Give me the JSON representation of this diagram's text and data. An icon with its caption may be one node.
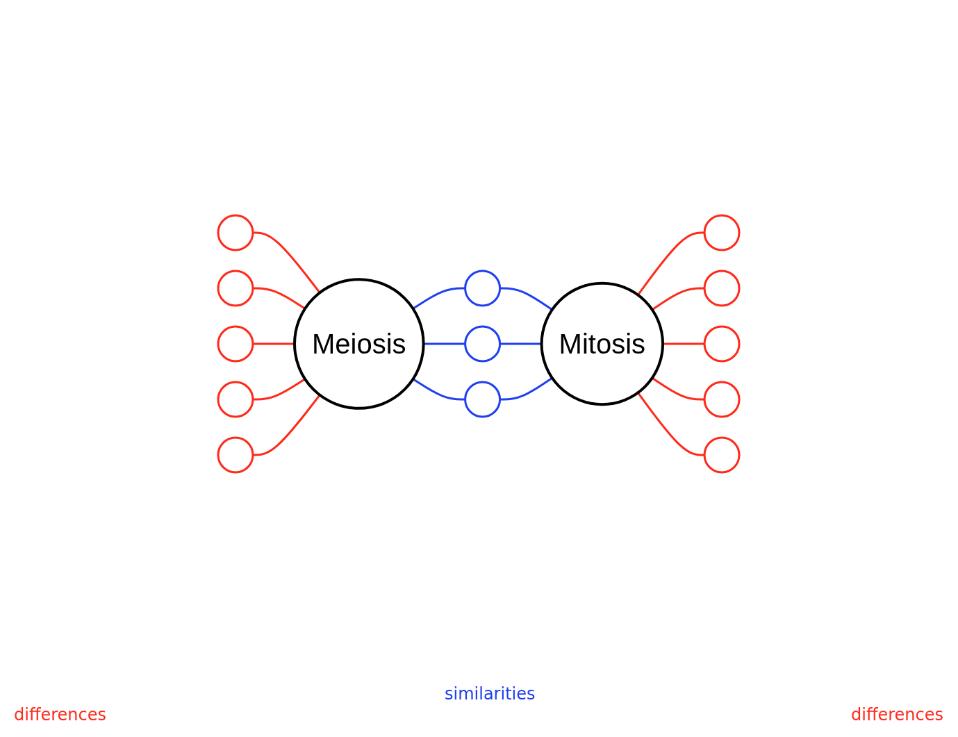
{
  "diagram": {
    "nodes": [
      {
        "text": [],
        "shape": "circle"
      },
      {
        "text": [],
        "shape": "circle"
      },
      {
        "text": [],
        "shape": "circle"
      },
      {
        "text": [],
        "shape": "circle"
      },
      {
        "text": [],
        "shape": "circle"
      },
      {
        "text": [
          "Meiosis"
        ]
      },
      {
        "text": [],
        "shape": "circle"
      },
      {
        "text": [],
        "shape": "circle"
      },
      {
        "text": [],
        "shape": "circle"
      },
      {
        "text": [
          "Mitosis"
        ]
      },
      {
        "text": [],
        "shape": "circle"
      },
      {
        "text": [],
        "shape": "circle"
      },
      {
        "text": [],
        "shape": "circle"
      },
      {
        "text": [],
        "shape": "circle"
      },
      {
        "text": [],
        "shape": "circle"
      }
    ],
    "edges": [
      {
        "from": 0,
        "to": 5,
        "arrow": "none"
      },
      {
        "from": 1,
        "to": 5,
        "arrow": "none"
      },
      {
        "from": 2,
        "to": 5,
        "arrow": "none"
      },
      {
        "from": 3,
        "to": 5,
        "arrow": "none"
      },
      {
        "from": 4,
        "to": 5,
        "arrow": "none"
      },
      {
        "from": 5,
        "to": 6,
        "arrow": "none",
        "color": "#2040f0"
      },
      {
        "from": 5,
        "to": 7,
        "arrow": "none",
        "color": "#2040f0"
      },
      {
        "from": 5,
        "to": 8,
        "arrow": "none",
        "color": "#2040f0"
      },
      {
        "from": 6,
        "to": 9,
        "arrow": "none",
        "color": "#2040f0"
      },
      {
        "from": 7,
        "to": 9,
        "arrow": "none",
        "color": "#2040f0"
      },
      {
        "from": 8,
        "to": 9,
        "arrow": "none",
        "color": "#2040f0"
      },
      {
        "from": 9,
        "to": 10,
        "arrow": "none"
      },
      {
        "from": 9,
        "to": 11,
        "arrow": "none"
      },
      {
        "from": 9,
        "to": 12,
        "arrow": "none"
      },
      {
        "from": 9,
        "to": 13,
        "arrow": "none"
      },
      {
        "from": 9,
        "to": 14,
        "arrow": "none"
      }
    ],
    "labels": [
      "similarities",
      "differences",
      "differences"
    ]
  }
}
